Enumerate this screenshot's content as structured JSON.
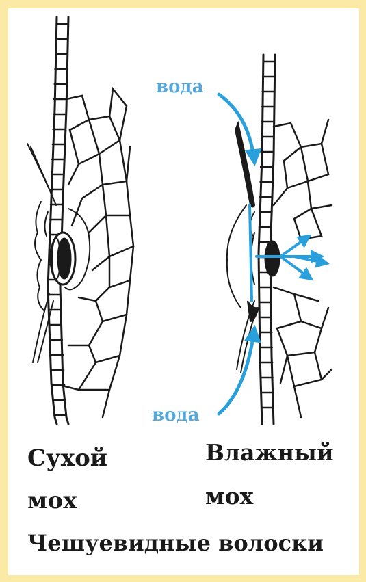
{
  "labels": {
    "water_top": "вода",
    "water_bottom": "вода",
    "dry_line1": "Сухой",
    "dry_line2": "мох",
    "wet_line1": "Влажный",
    "wet_line2": "мох",
    "caption": "Чешуевидные волоски"
  },
  "colors": {
    "frame": "#fbe9a6",
    "ink": "#1a1a1a",
    "water": "#29a0dc"
  }
}
